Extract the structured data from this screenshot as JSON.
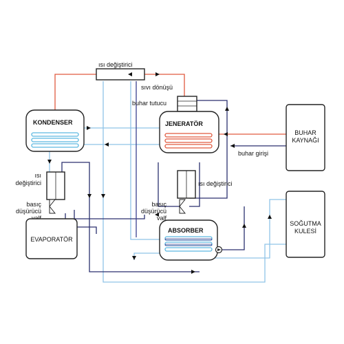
{
  "labels": {
    "heat_exchanger_top": "ısı değiştirici",
    "liquid_return": "sıvı dönüşü",
    "vapor_trap": "buhar tutucu",
    "condenser": "KONDENSER",
    "generator": "JENERATÖR",
    "steam_source_line1": "BUHAR",
    "steam_source_line2": "KAYNAĞI",
    "steam_inlet": "buhar girişi",
    "heat_exchanger_left_line1": "ısı",
    "heat_exchanger_left_line2": "değiştirici",
    "heat_exchanger_right": "ısı değiştirici",
    "valve_left_line1": "basıç",
    "valve_left_line2": "düşürücü",
    "valve_left_line3": "valf",
    "valve_right_line1": "basıç",
    "valve_right_line2": "düşürücü",
    "valve_right_line3": "valf",
    "evaporator": "EVAPORATÖR",
    "absorber": "ABSORBER",
    "cooling_tower_line1": "SOĞUTMA",
    "cooling_tower_line2": "KULESİ"
  },
  "colors": {
    "hot_line": "#e0593e",
    "solution_line": "#3a3f8f",
    "cooling_water_line": "#8fc3e8",
    "coil_cyan": "#5bb8e0",
    "coil_red": "#e0593e"
  },
  "icons": [
    "valve-icon",
    "pump-icon",
    "coil-icon",
    "arrow-icon"
  ]
}
